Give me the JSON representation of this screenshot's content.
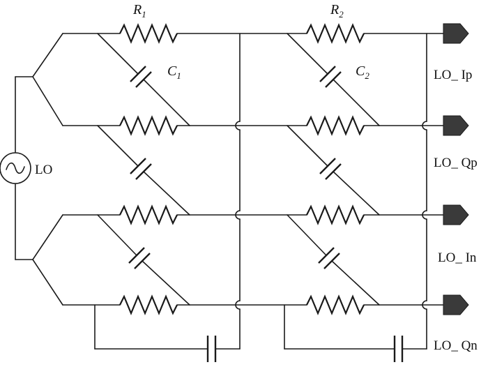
{
  "components": {
    "R1": {
      "symbol": "R",
      "subscript": "1"
    },
    "R2": {
      "symbol": "R",
      "subscript": "2"
    },
    "C1": {
      "symbol": "C",
      "subscript": "1"
    },
    "C2": {
      "symbol": "C",
      "subscript": "2"
    }
  },
  "source": {
    "label": "LO"
  },
  "ports": [
    {
      "label": "LO_ Ip"
    },
    {
      "label": "LO_ Qp"
    },
    {
      "label": "LO_ In"
    },
    {
      "label": "LO_ Qn"
    }
  ]
}
